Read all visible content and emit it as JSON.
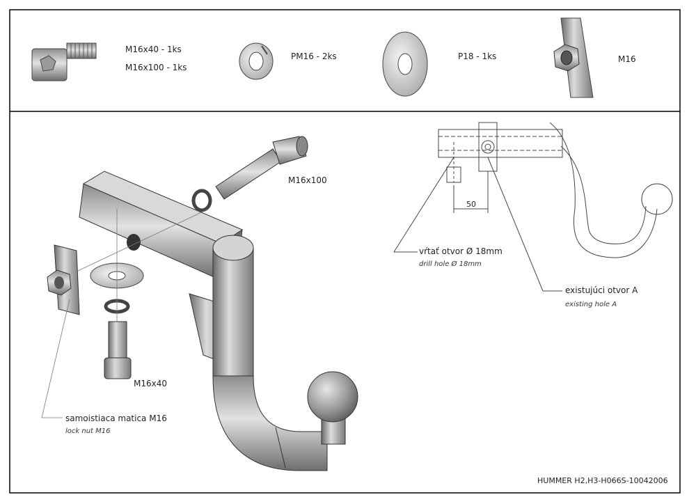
{
  "parts": {
    "bolt_a": "M16x40 - 1ks",
    "bolt_b": "M16x100 - 1ks",
    "spring_washer": "PM16 - 2ks",
    "flat_washer": "P18 - 1ks",
    "nut_plate": "M16"
  },
  "assembly": {
    "bolt_long": "M16x100",
    "bolt_short": "M16x40",
    "locknut_sk": "samoistiaca matica M16",
    "locknut_en": "lock nut M16"
  },
  "detail": {
    "dimension": "50",
    "drill_sk": "vŕtať otvor Ø 18mm",
    "drill_en": "drill hole Ø 18mm",
    "existing_sk": "existujúci otvor A",
    "existing_en": "existing hole A"
  },
  "drawing_code": "HUMMER H2,H3-H066S-10042006"
}
